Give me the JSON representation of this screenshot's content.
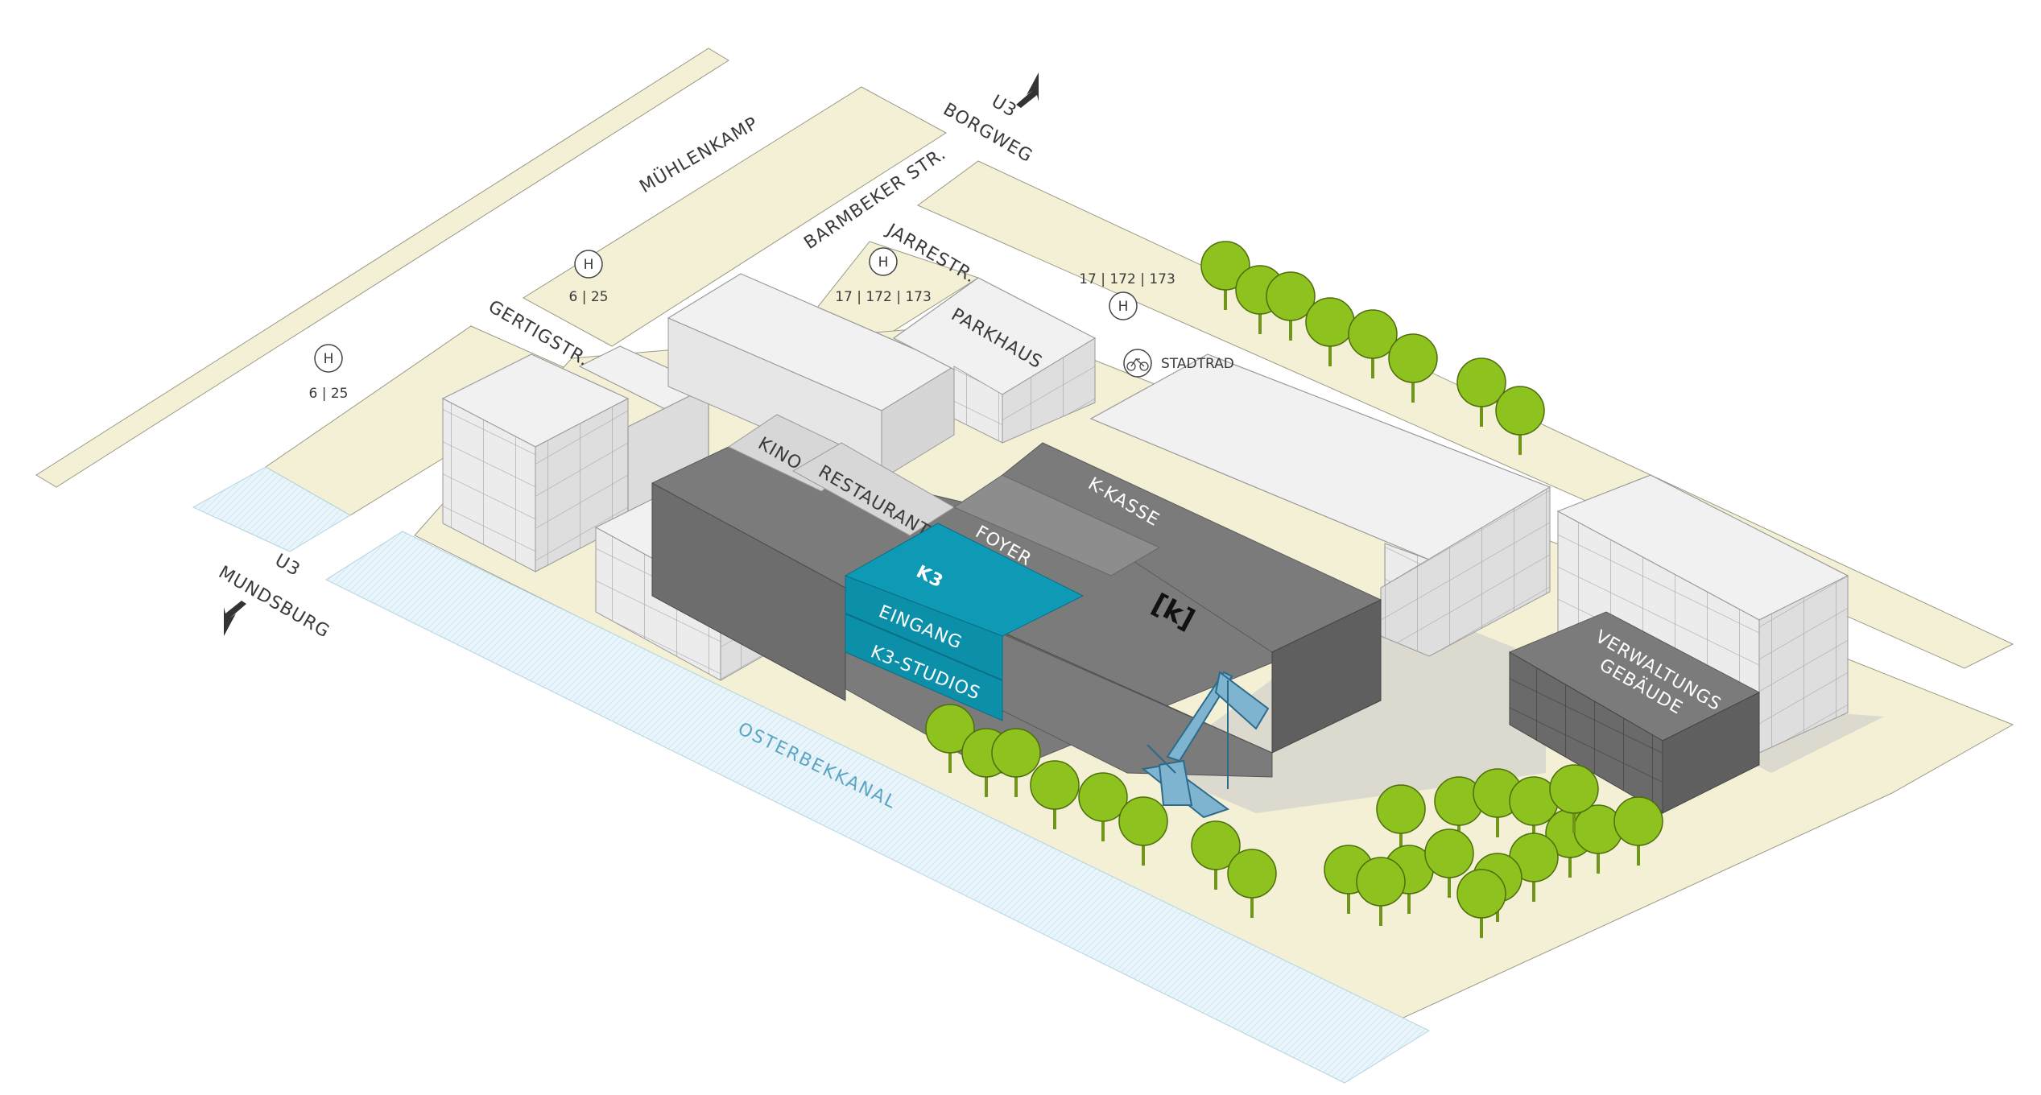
{
  "streets": {
    "muehlenkamp": "MÜHLENKAMP",
    "barmbeker": "BARMBEKER STR.",
    "jarrestr": "JARRESTR.",
    "gertigstr": "GERTIGSTR."
  },
  "transit": {
    "u3_borgweg_line": "U3",
    "u3_borgweg_name": "BORGWEG",
    "u3_mundsburg_line": "U3",
    "u3_mundsburg_name": "MUNDSBURG",
    "bus_stop_symbol": "H",
    "bus_lines_a": "6 | 25",
    "bus_lines_b": "6 | 25",
    "bus_lines_c": "17 | 172 | 173",
    "bus_lines_d": "17 | 172 | 173",
    "stadtrad": "STADTRAD"
  },
  "buildings": {
    "parkhaus": "PARKHAUS",
    "kino": "KINO",
    "restaurant": "RESTAURANT",
    "foyer": "FOYER",
    "k_kasse": "K-KASSE",
    "kampnagel_logo": "[k]",
    "k3_logo": "K3",
    "eingang": "EINGANG",
    "k3_studios": "K3-STUDIOS",
    "verwaltung_line1": "VERWALTUNGS",
    "verwaltung_line2": "GEBÄUDE"
  },
  "water": {
    "canal": "OSTERBEKKANAL"
  },
  "colors": {
    "street": "#f3f0d6",
    "k3_accent": "#0d97b3",
    "tree": "#8dc21f",
    "crane": "#7fb4d0",
    "canal_text": "#5aa6c2"
  }
}
